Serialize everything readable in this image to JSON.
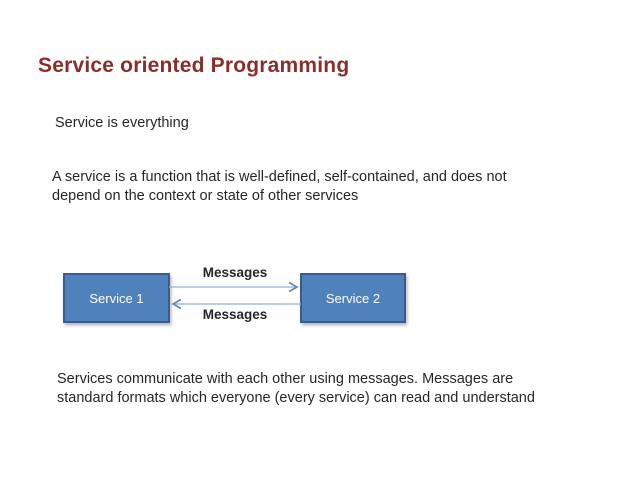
{
  "slide": {
    "title": "Service oriented Programming",
    "paragraphs": {
      "p1": "Service is everything",
      "p2_line1": "A service is a function that is well-defined, self-contained, and does not",
      "p2_line2": "depend on the context or state of other services",
      "p3_line1": "Services communicate with each other using messages. Messages are",
      "p3_line2": "standard formats which everyone (every service) can read and understand"
    },
    "diagram": {
      "service1_label": "Service 1",
      "service2_label": "Service 2",
      "top_arrow_label": "Messages",
      "bottom_arrow_label": "Messages",
      "top_arrow_direction": "left-to-right",
      "bottom_arrow_direction": "right-to-left"
    }
  },
  "theme": {
    "background": "#ffffff",
    "title_color": "#8b2e2a",
    "body_text_color": "#262626",
    "box_fill": "#4f81bd",
    "box_border": "#385d8a",
    "box_text_color": "#ffffff",
    "arrow_color": "#93b1d7",
    "arrow_head_color": "#5b87c0"
  }
}
